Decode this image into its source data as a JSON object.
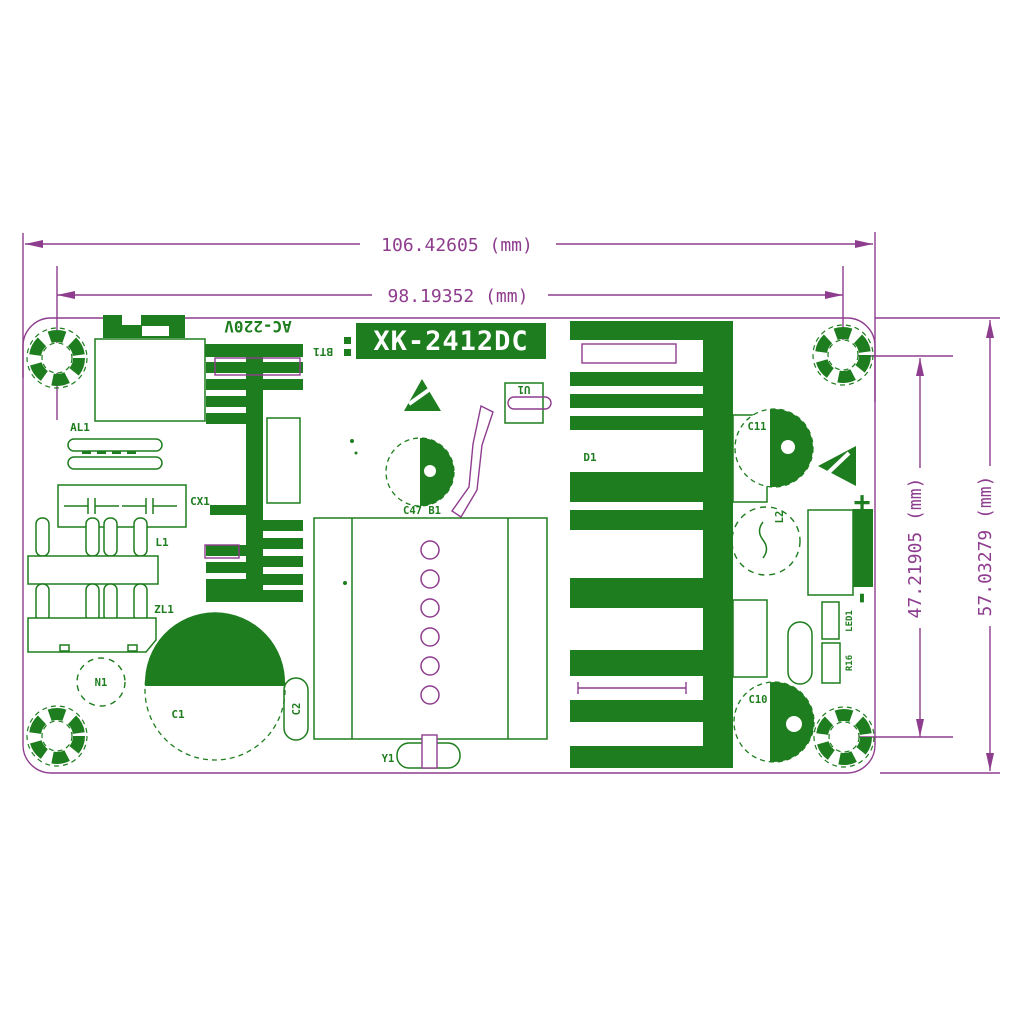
{
  "drawing": {
    "board_model": "XK-2412DC",
    "dimensions": {
      "board_width": "106.42605 (mm)",
      "hole_span_width": "98.19352 (mm)",
      "hole_span_height": "47.21905 (mm)",
      "board_height": "57.03279 (mm)"
    },
    "labels": {
      "ac_input": "AC-220V",
      "bt1": "BT1",
      "u1": "U1",
      "c47": "C47 B1",
      "d1": "D1",
      "al1": "AL1",
      "cx1": "CX1",
      "l1": "L1",
      "zl1": "ZL1",
      "n1": "N1",
      "c1": "C1",
      "c2": "C2",
      "y1": "Y1",
      "c11": "C11",
      "l2": "L2",
      "led1": "LED1",
      "r16": "R16",
      "c10": "C10",
      "plus": "+",
      "minus": "-"
    },
    "colors": {
      "green": "#1e7d1e",
      "purple": "#8e3d8e",
      "background": "#ffffff",
      "title_text": "#ffffff"
    }
  }
}
